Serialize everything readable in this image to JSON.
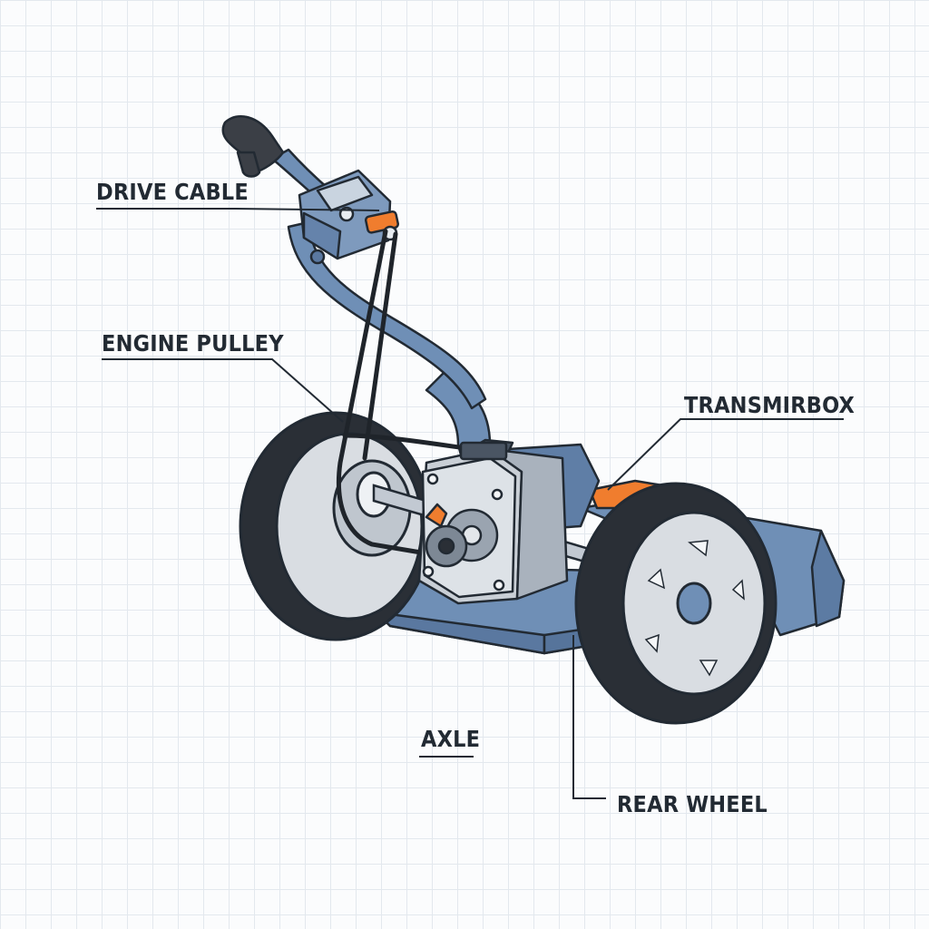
{
  "labels": {
    "drive_cable": "DRIVE CABLE",
    "engine_pulley": "ENGINE PULLEY",
    "transmission_box": "TRANSMIRBOX",
    "axle": "AXLE",
    "rear_wheel": "REAR WHEEL"
  },
  "colors": {
    "body_blue": "#6f8fb6",
    "accent_orange": "#f07d2e",
    "tire": "#2a2f36",
    "hub_grey": "#d9dde2",
    "outline": "#222a33"
  }
}
